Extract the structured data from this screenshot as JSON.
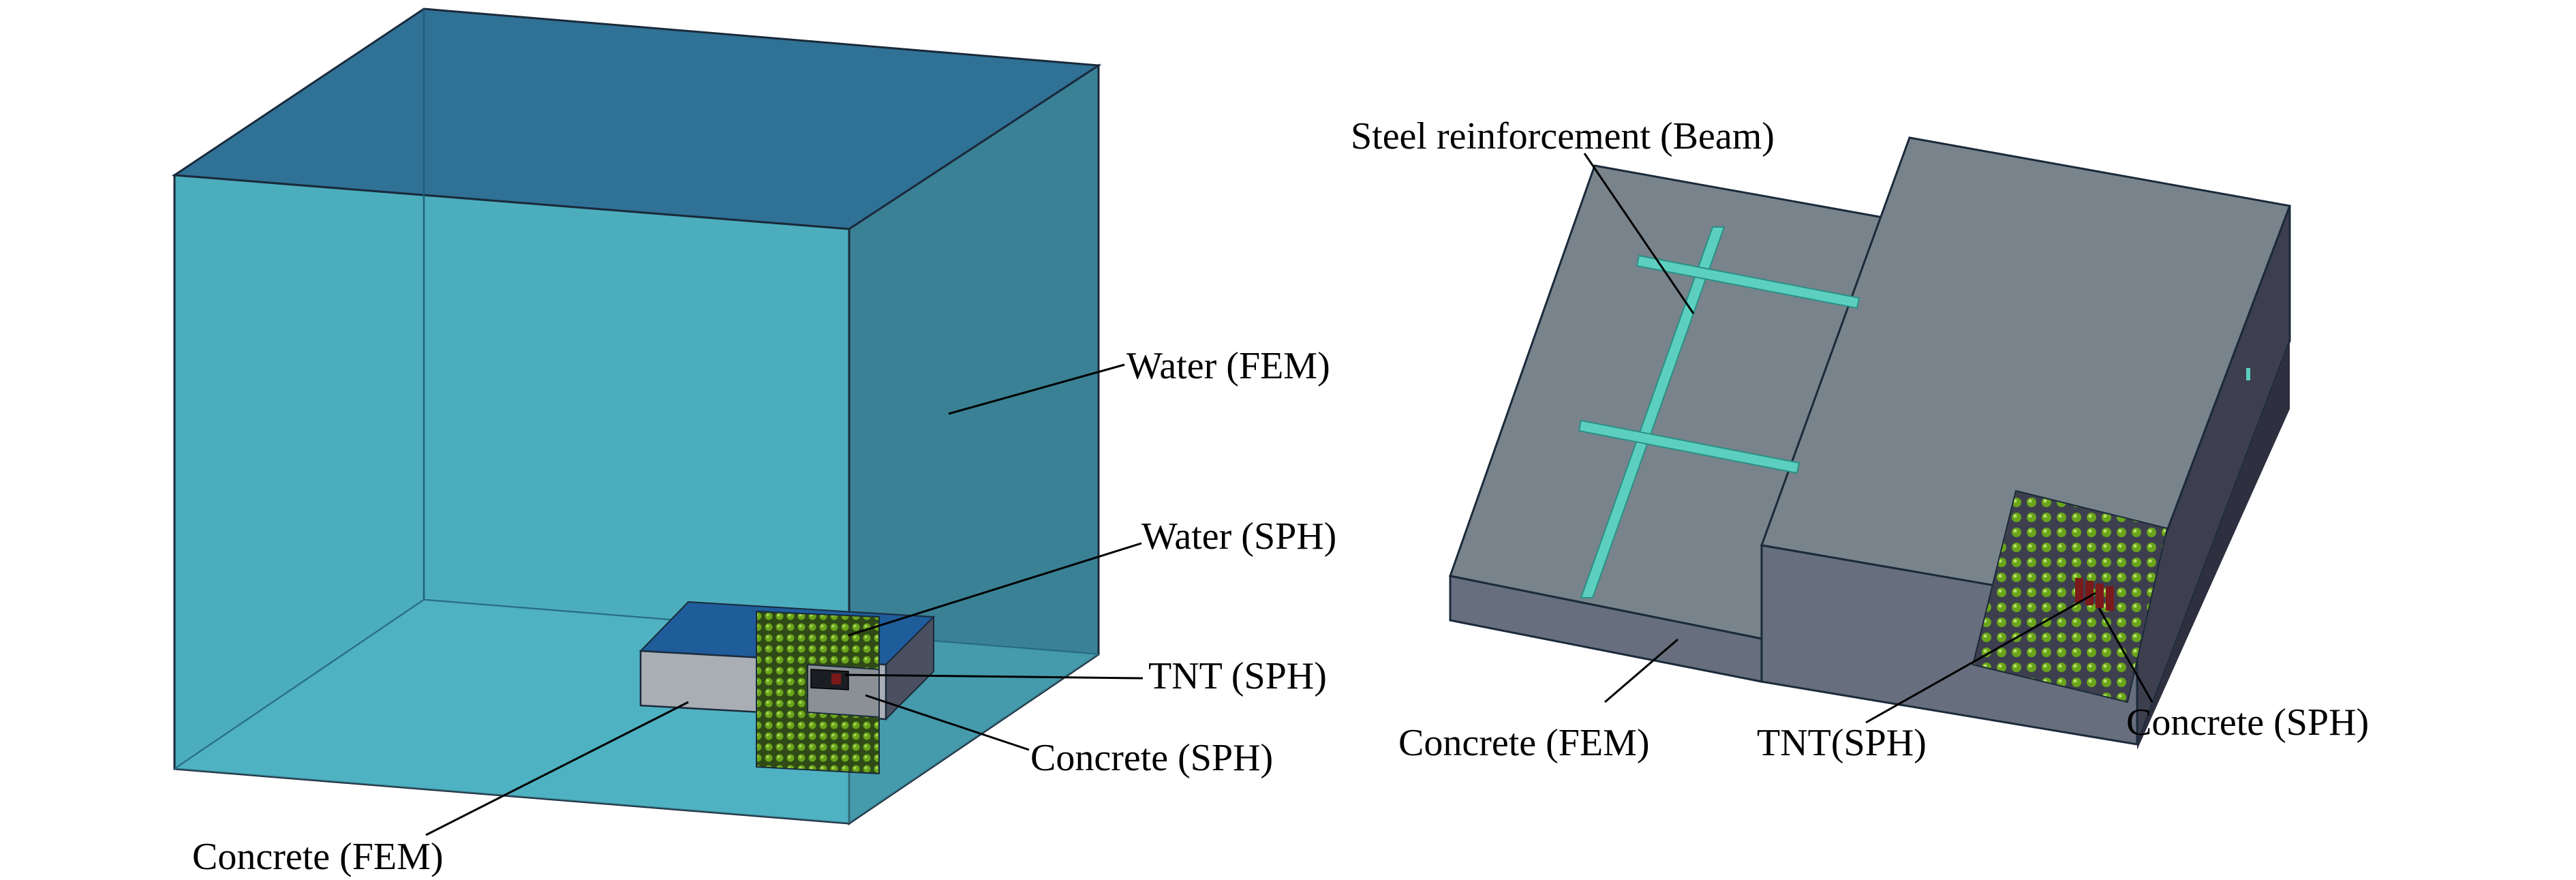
{
  "colors": {
    "water_front": "#4cadbd",
    "water_top": "#307196",
    "water_right": "#3a8196",
    "water_floor": "#55b8c7",
    "concrete_top": "#79838b",
    "concrete_front": "#676e7d",
    "concrete_right": "#3d3f4f",
    "concrete_slab": "#a8aeb4",
    "rebar": "#5ccfc0",
    "sph_particle": "#6aa51a",
    "tnt": "#7a1a1a",
    "outline": "#1a2a3a"
  },
  "left_model": {
    "labels": {
      "water_fem": "Water (FEM)",
      "water_sph": "Water (SPH)",
      "tnt_sph": "TNT (SPH)",
      "concrete_sph": "Concrete (SPH)",
      "concrete_fem": "Concrete (FEM)"
    }
  },
  "right_model": {
    "labels": {
      "steel_reinforcement": "Steel reinforcement (Beam)",
      "concrete_fem": "Concrete (FEM)",
      "tnt_sph": "TNT(SPH)",
      "concrete_sph": "Concrete (SPH)"
    }
  }
}
